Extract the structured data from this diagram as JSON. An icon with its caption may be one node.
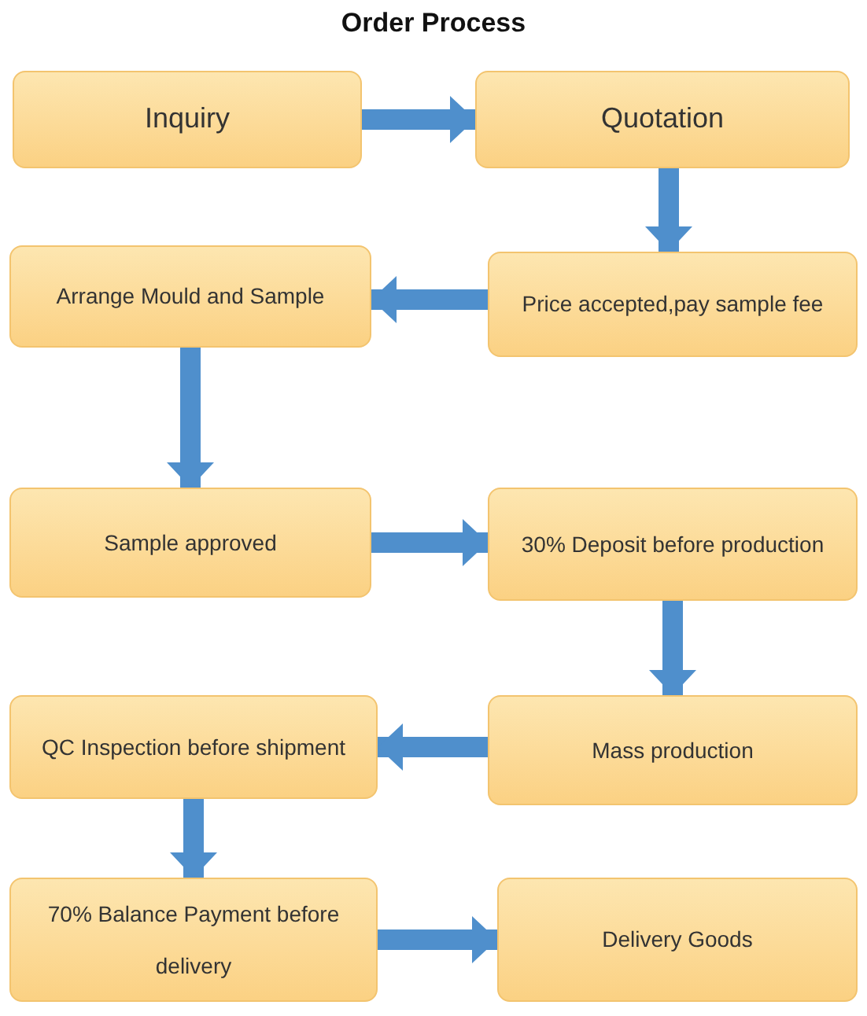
{
  "diagram": {
    "title": "Order Process",
    "nodes": [
      {
        "text": [
          "Inquiry"
        ]
      },
      {
        "text": [
          "Quotation"
        ]
      },
      {
        "text": [
          "Arrange Mould and Sample"
        ]
      },
      {
        "text": [
          "Price accepted,pay sample fee"
        ]
      },
      {
        "text": [
          "Sample approved"
        ]
      },
      {
        "text": [
          "30% Deposit before production"
        ]
      },
      {
        "text": [
          "QC Inspection before shipment"
        ]
      },
      {
        "text": [
          "Mass production"
        ]
      },
      {
        "text": [
          "70% Balance Payment before delivery"
        ]
      },
      {
        "text": [
          "Delivery Goods"
        ]
      }
    ],
    "edges": [
      {
        "from": 0,
        "to": 1,
        "arrow": "to"
      },
      {
        "from": 1,
        "to": 3,
        "arrow": "to"
      },
      {
        "from": 3,
        "to": 2,
        "arrow": "to"
      },
      {
        "from": 2,
        "to": 4,
        "arrow": "to"
      },
      {
        "from": 4,
        "to": 5,
        "arrow": "to"
      },
      {
        "from": 5,
        "to": 7,
        "arrow": "to"
      },
      {
        "from": 7,
        "to": 6,
        "arrow": "to"
      },
      {
        "from": 6,
        "to": 8,
        "arrow": "to"
      },
      {
        "from": 8,
        "to": 9,
        "arrow": "to"
      }
    ]
  }
}
